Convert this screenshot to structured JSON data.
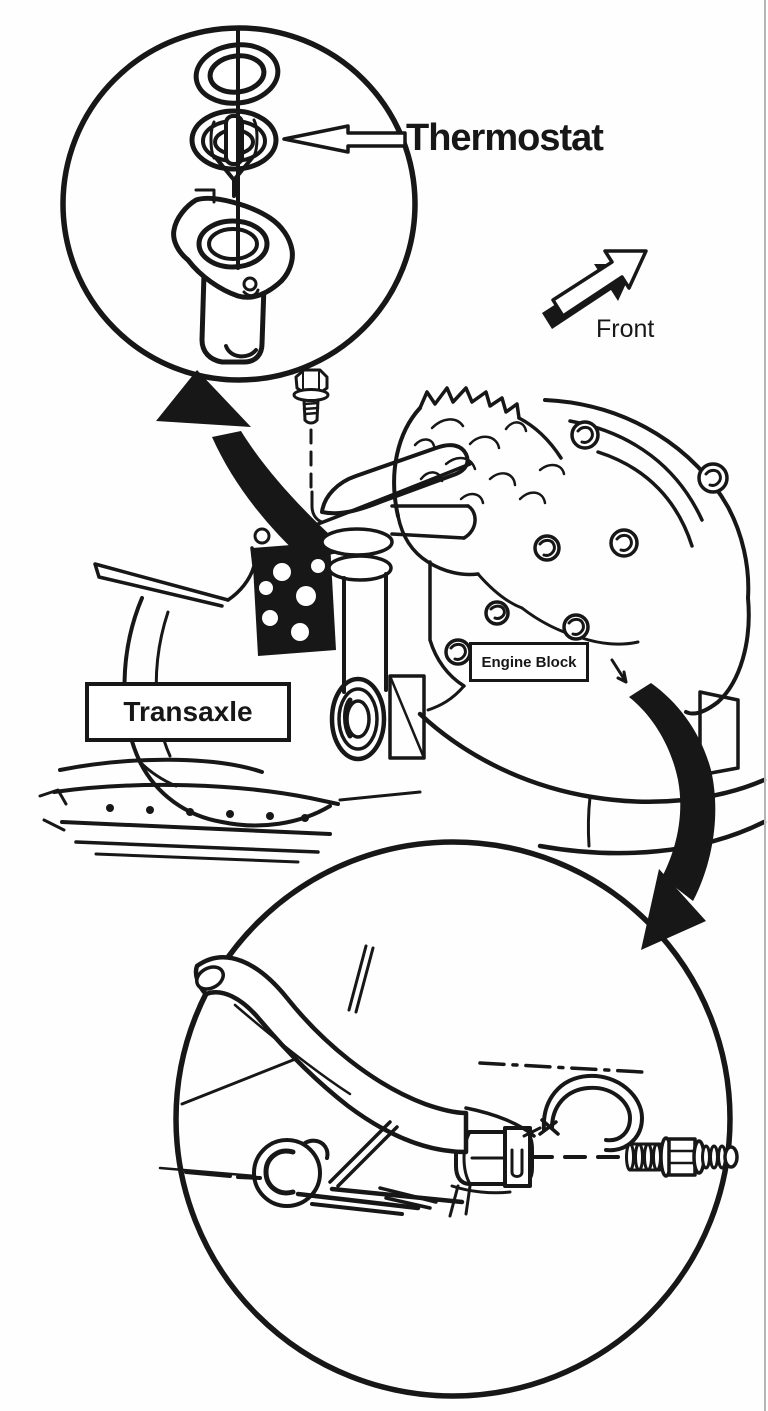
{
  "title": "Thermostat location service diagram",
  "labels": {
    "thermostat": "Thermostat",
    "front": "Front",
    "engine_block": "Engine Block",
    "transaxle": "Transaxle"
  },
  "colors": {
    "ink": "#171717",
    "paper": "#fefefe",
    "edge": "#b5b5b5"
  },
  "icons": {
    "thermostat_pointer": "outline-arrow-pointing-left",
    "front_arrow": "3d-block-arrow-up-right",
    "detail_arrow_top": "curved-solid-arrow-up-left",
    "detail_arrow_bottom": "curved-solid-arrow-down-left"
  }
}
